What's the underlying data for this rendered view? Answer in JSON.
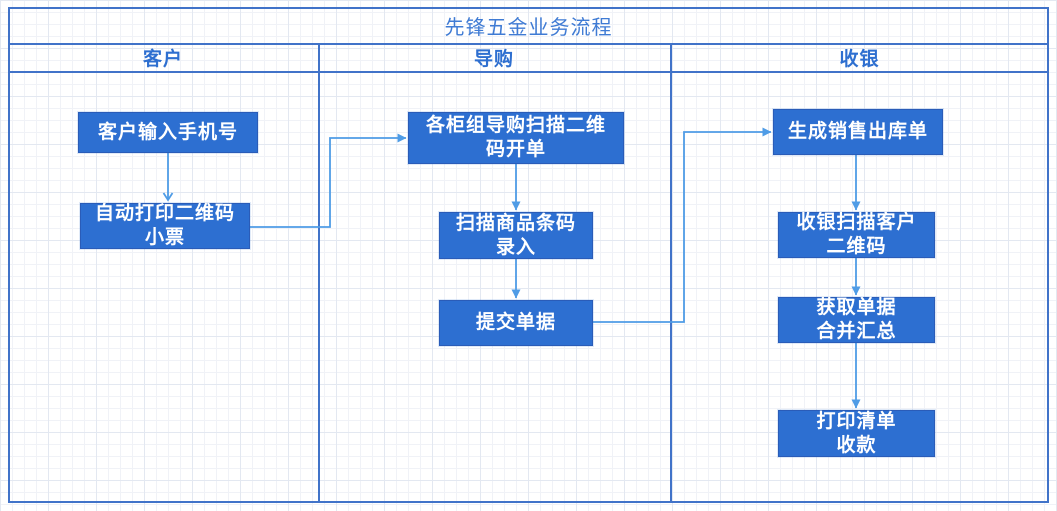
{
  "title": "先锋五金业务流程",
  "lanes": [
    {
      "id": "customer",
      "label": "客户"
    },
    {
      "id": "guide",
      "label": "导购"
    },
    {
      "id": "cashier",
      "label": "收银"
    }
  ],
  "nodes": {
    "enter_phone": {
      "lane": "customer",
      "label": "客户输入手机号"
    },
    "print_qr": {
      "lane": "customer",
      "label": "自动打印二维码\n小票"
    },
    "scan_qr_order": {
      "lane": "guide",
      "label": "各柜组导购扫描二维\n码开单"
    },
    "scan_barcode": {
      "lane": "guide",
      "label": "扫描商品条码\n录入"
    },
    "submit_doc": {
      "lane": "guide",
      "label": "提交单据"
    },
    "gen_outbound": {
      "lane": "cashier",
      "label": "生成销售出库单"
    },
    "cashier_scan": {
      "lane": "cashier",
      "label": "收银扫描客户\n二维码"
    },
    "merge_docs": {
      "lane": "cashier",
      "label": "获取单据\n合并汇总"
    },
    "print_collect": {
      "lane": "cashier",
      "label": "打印清单\n收款"
    }
  },
  "flows": [
    {
      "from": "enter_phone",
      "to": "print_qr"
    },
    {
      "from": "print_qr",
      "to": "scan_qr_order"
    },
    {
      "from": "scan_qr_order",
      "to": "scan_barcode"
    },
    {
      "from": "scan_barcode",
      "to": "submit_doc"
    },
    {
      "from": "submit_doc",
      "to": "gen_outbound"
    },
    {
      "from": "gen_outbound",
      "to": "cashier_scan"
    },
    {
      "from": "cashier_scan",
      "to": "merge_docs"
    },
    {
      "from": "merge_docs",
      "to": "print_collect"
    }
  ],
  "colors": {
    "frame_border": "#4173c9",
    "node_fill": "#2d6fd1",
    "node_border": "#2a5cb8",
    "node_text": "#ffffff",
    "connector": "#4f9ce6",
    "title_text": "#3f7bd4",
    "lane_header_text": "#2e6fd0",
    "grid_minor": "#f0f2f7",
    "grid_major": "#e3e8f1"
  }
}
